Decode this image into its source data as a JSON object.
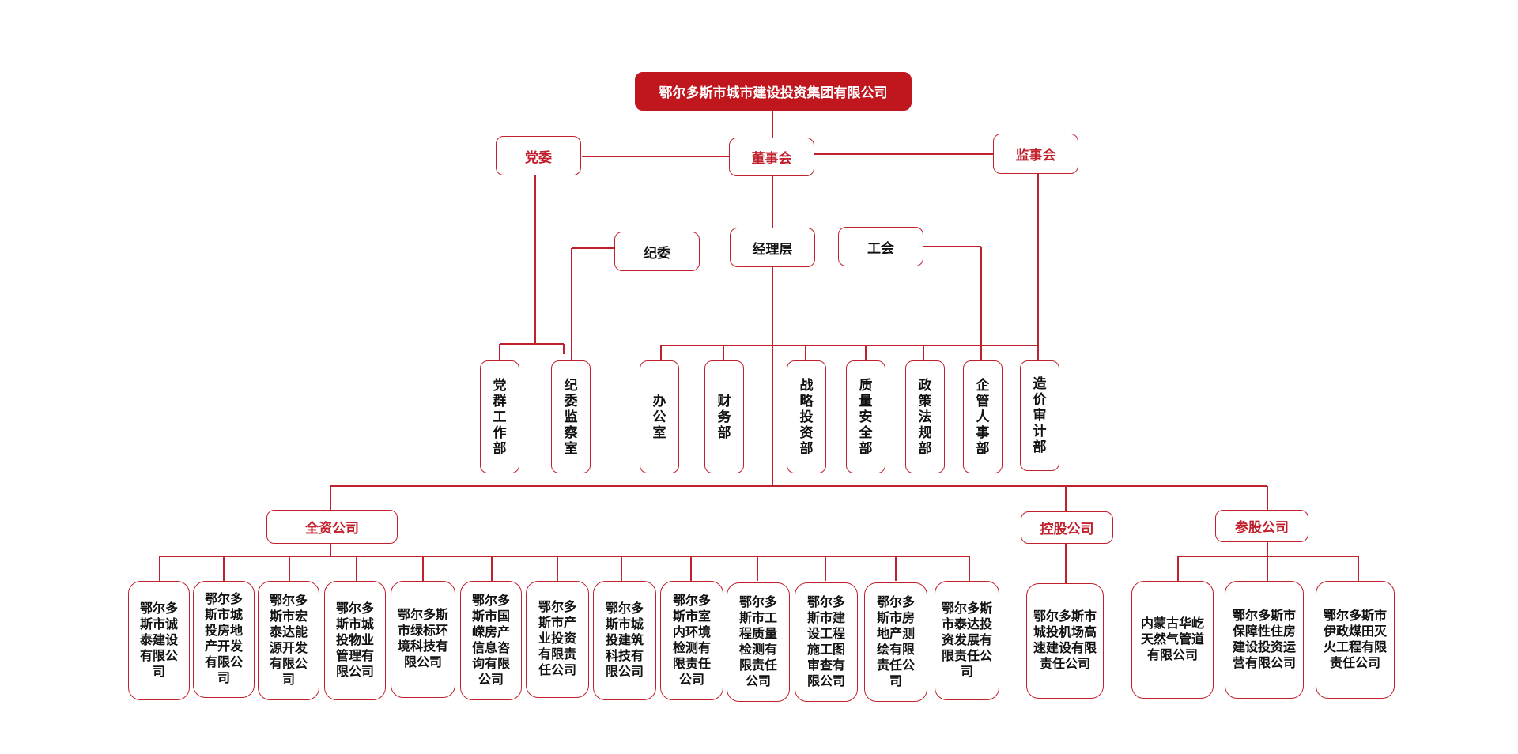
{
  "colors": {
    "accent": "#c0212c",
    "title_bg": "#c0161e"
  },
  "root": "鄂尔多斯市城市建设投资集团有限公司",
  "governance": {
    "party": "党委",
    "board": "董事会",
    "supervisors": "监事会"
  },
  "level2": {
    "discipline": "纪委",
    "management": "经理层",
    "union": "工会"
  },
  "departments": [
    "党群工作部",
    "纪委监察室",
    "办公室",
    "财务部",
    "战略投资部",
    "质量安全部",
    "政策法规部",
    "企管人事部",
    "造价审计部"
  ],
  "groups": {
    "wholly_owned": "全资公司",
    "holding": "控股公司",
    "participating": "参股公司"
  },
  "wholly_owned_companies": [
    "鄂尔多斯市诚泰建设有限公司",
    "鄂尔多斯市城投房地产开发有限公司",
    "鄂尔多斯市宏泰达能源开发有限公司",
    "鄂尔多斯市城投物业管理有限公司",
    "鄂尔多斯市绿标环境科技有限公司",
    "鄂尔多斯市国嵘房产信息咨询有限公司",
    "鄂尔多斯市产业投资有限责任公司",
    "鄂尔多斯市城投建筑科技有限公司",
    "鄂尔多斯市室内环境检测有限责任公司",
    "鄂尔多斯市工程质量检测有限责任公司",
    "鄂尔多斯市建设工程施工图审查有限公司",
    "鄂尔多斯市房地产测绘有限责任公司",
    "鄂尔多斯市泰达投资发展有限责任公司"
  ],
  "holding_companies": [
    "鄂尔多斯市城投机场高速建设有限责任公司"
  ],
  "participating_companies": [
    "内蒙古华屹天然气管道有限公司",
    "鄂尔多斯市保障性住房建设投资运营有限公司",
    "鄂尔多斯市伊政煤田灭火工程有限责任公司"
  ]
}
